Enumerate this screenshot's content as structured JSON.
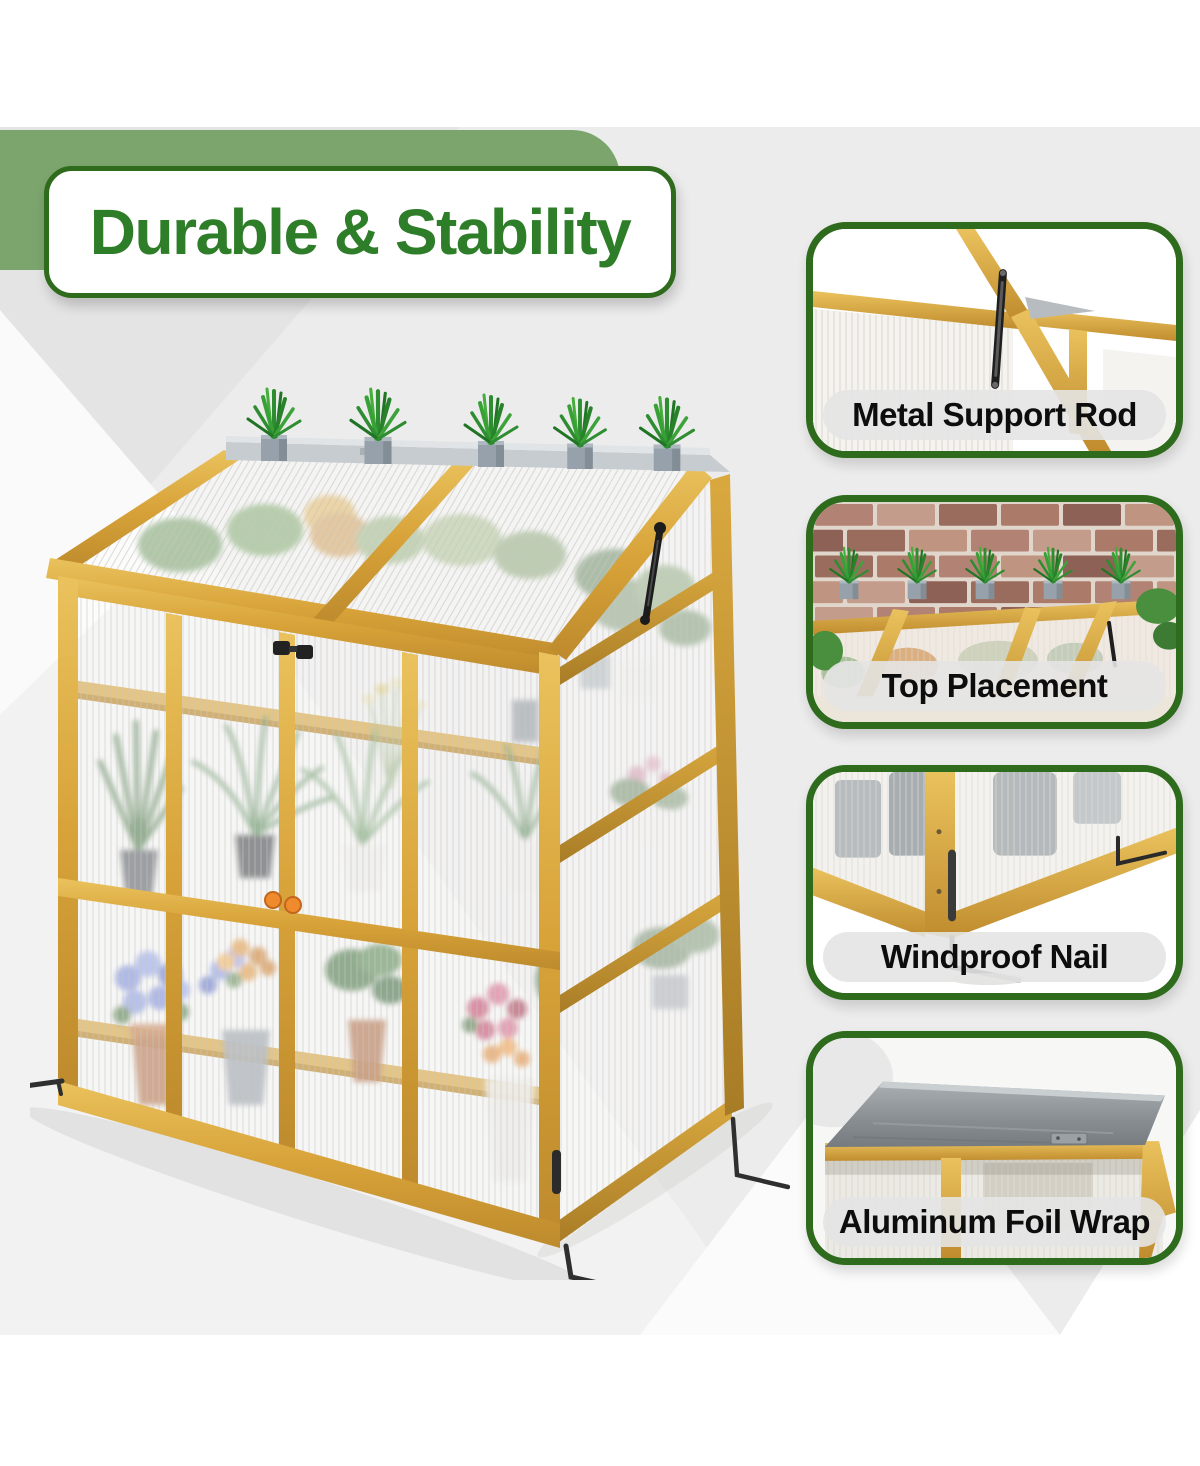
{
  "header": {
    "title": "Durable & Stability"
  },
  "features": [
    {
      "label": "Metal Support Rod"
    },
    {
      "label": "Top Placement"
    },
    {
      "label": "Windproof Nail"
    },
    {
      "label": "Aluminum Foil Wrap"
    }
  ],
  "main_image": {
    "subject": "wooden cold-frame greenhouse with ribbed clear polycarbonate panels",
    "top_plants_count": 5,
    "visible_details": [
      "five potted green plants on the aluminum-capped top rail",
      "slanted hinged lid with two panels",
      "three tiers of potted plants and flowers behind the doors",
      "double front doors with orange knobs and black latch",
      "black metal support rod hanging on the right side",
      "black windproof ground nails at the base corners"
    ]
  },
  "colors": {
    "accent_border_green": "#2e6b1d",
    "title_text_green": "#2e7d28",
    "title_backdrop_green": "#7ca46d",
    "background_gray": "#ececec",
    "wood_gold": "#d7a238",
    "aluminum_gray": "#c7ccd0",
    "label_pill_gray": "#e4e4e4",
    "label_text": "#0d0d0d"
  }
}
